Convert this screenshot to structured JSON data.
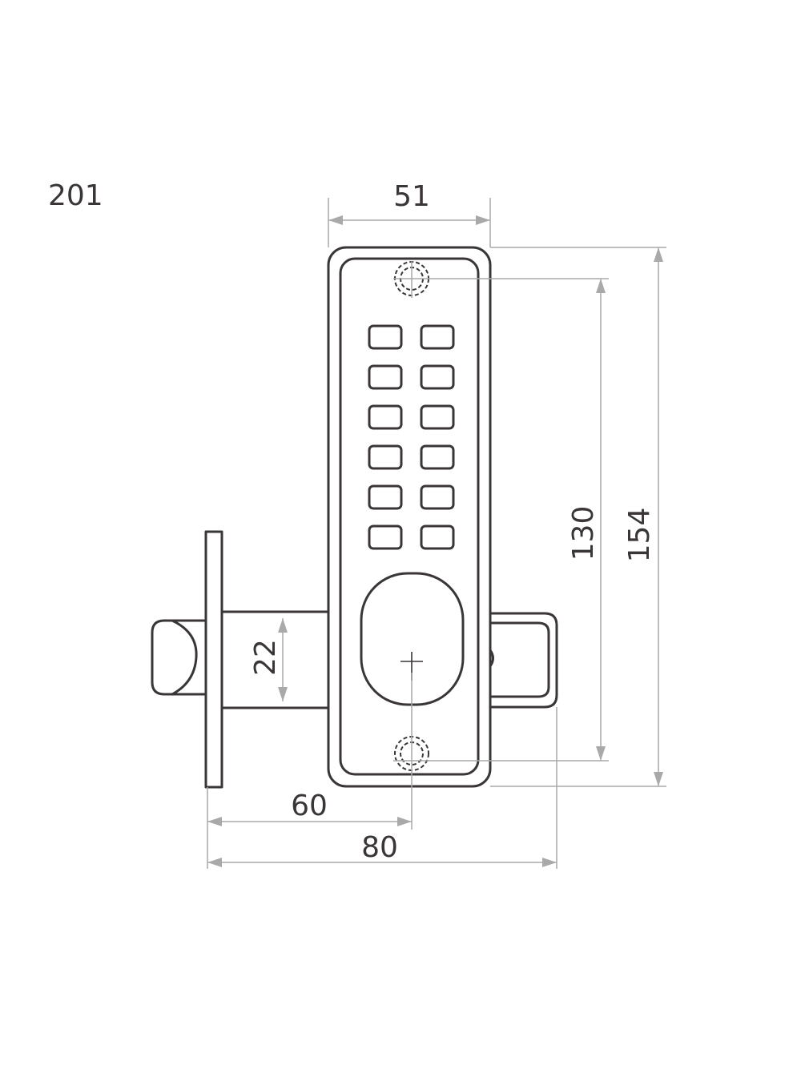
{
  "model_number": "201",
  "dimensions": {
    "width": "51",
    "hole_spacing": "130",
    "height": "154",
    "bolt_height": "22",
    "backset": "60",
    "overall_length": "80"
  },
  "keypad": {
    "columns": 2,
    "rows": 6
  },
  "colors": {
    "outline": "#3a3536",
    "dimension_line": "#a9a9a9"
  }
}
